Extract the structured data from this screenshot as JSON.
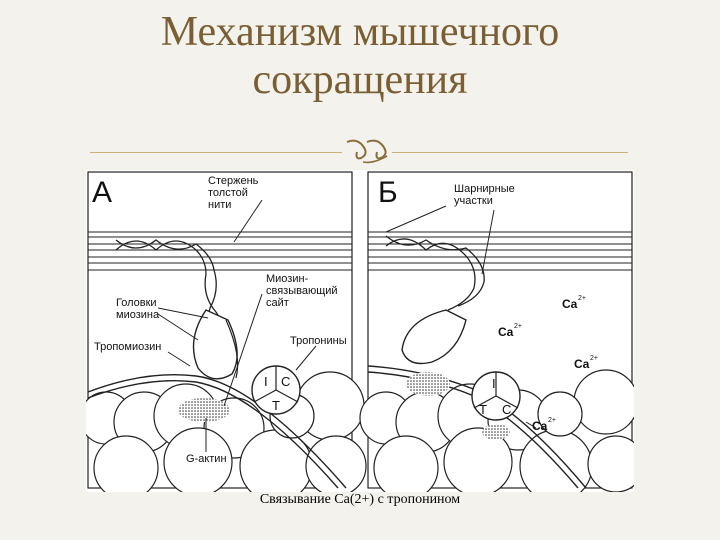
{
  "title": {
    "line1": "Механизм мышечного",
    "line2": "сокращения"
  },
  "panel_a": {
    "letter": "А",
    "labels": {
      "rod1": "Стержень",
      "rod2": "толстой",
      "rod3": "нити",
      "heads1": "Головки",
      "heads2": "миозина",
      "tropomyosin": "Тропомиозин",
      "site1": "Миозин-",
      "site2": "связывающий",
      "site3": "сайт",
      "troponins": "Тропонины",
      "actin": "G-актин"
    },
    "troponin": {
      "i": "I",
      "c": "C",
      "t": "T"
    }
  },
  "panel_b": {
    "letter": "Б",
    "labels": {
      "hinge1": "Шарнирные",
      "hinge2": "участки"
    },
    "troponin": {
      "i": "I",
      "c": "C",
      "t": "T"
    },
    "ions": {
      "ca1": "Ca",
      "ca2": "Ca",
      "ca3": "Ca",
      "ca4": "Ca",
      "sup": "2+"
    }
  },
  "caption": "Связывание Ca(2+) с тропонином",
  "colors": {
    "title": "#7a5e34",
    "rule": "#c8b27a",
    "background": "#f3f2ec"
  }
}
